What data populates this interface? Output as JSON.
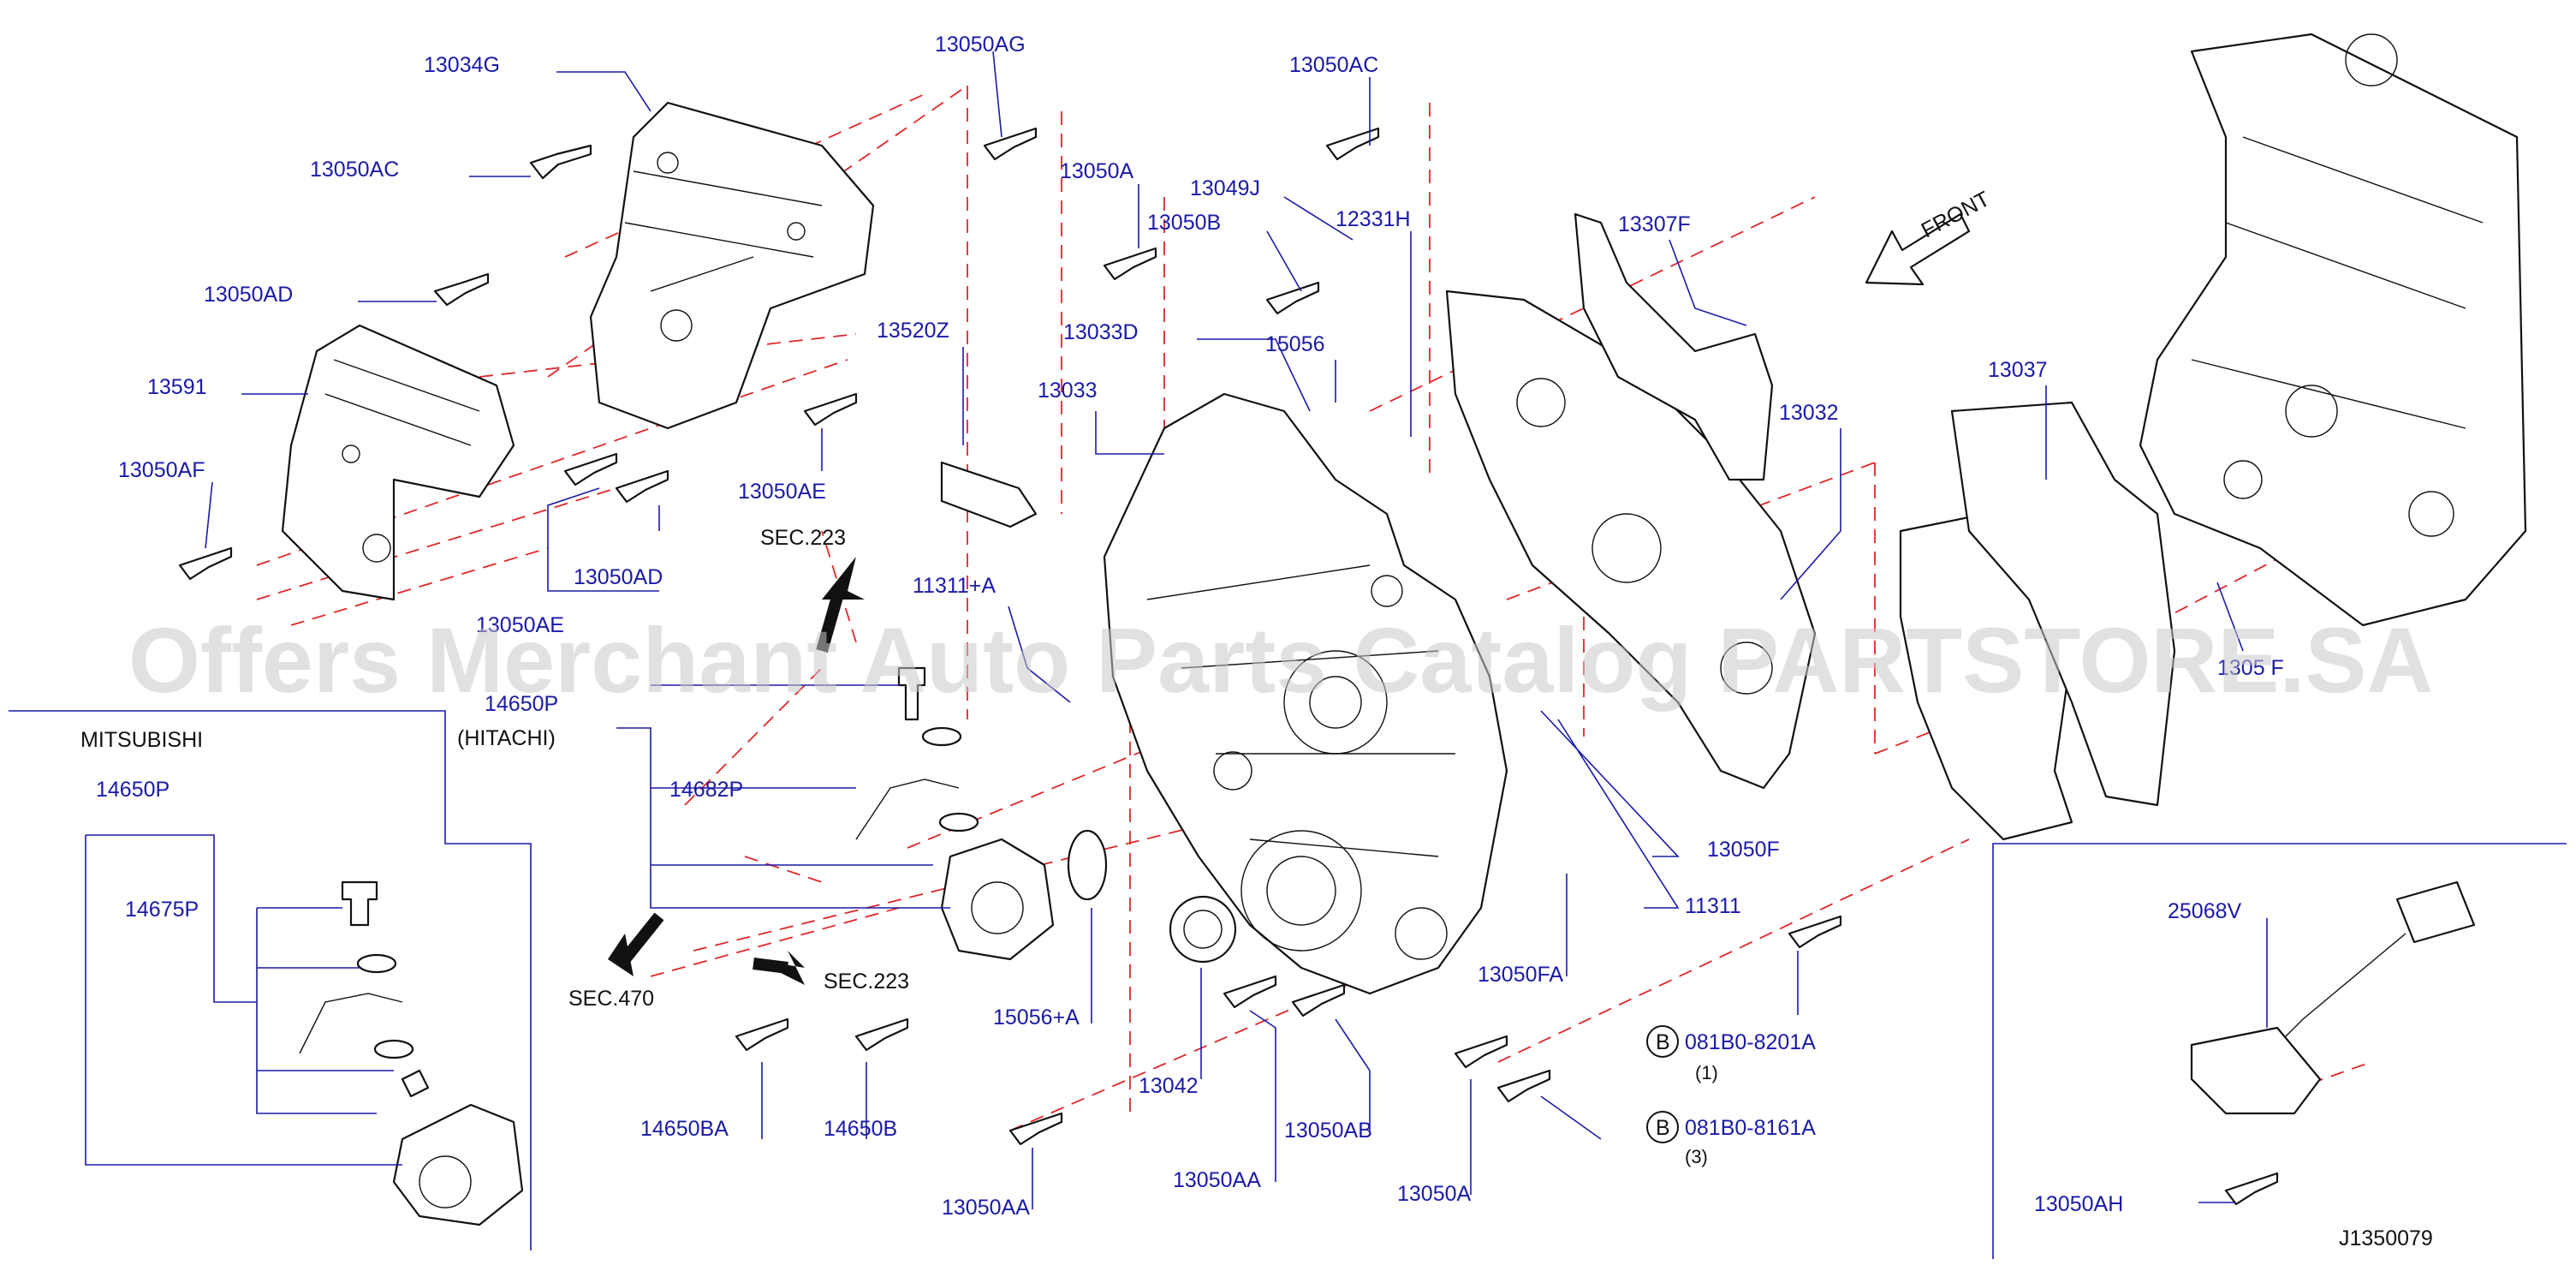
{
  "watermark": "Offers Merchant Auto Parts Catalog PARTSTORE.SA",
  "figure_id": "J1350079",
  "front_label": "FRONT",
  "mitsubishi_label": "MITSUBISHI",
  "hitachi_label": "(HITACHI)",
  "sec_refs": {
    "s223a": "SEC.223",
    "s223b": "SEC.223",
    "s470": "SEC.470"
  },
  "bolt_notes": {
    "b1": {
      "circle": "B",
      "part": "081B0-8201A",
      "qty": "(1)"
    },
    "b2": {
      "circle": "B",
      "part": "081B0-8161A",
      "qty": "(3)"
    }
  },
  "parts": {
    "p13034G": "13034G",
    "p13050AC_a": "13050AC",
    "p13050AD_a": "13050AD",
    "p13591": "13591",
    "p13050AF": "13050AF",
    "p13050AE_a": "13050AE",
    "p13050AD_b": "13050AD",
    "p13050AE_b": "13050AE",
    "p13050AG": "13050AG",
    "p13050AC_b": "13050AC",
    "p13050A_a": "13050A",
    "p13049J": "13049J",
    "p13050B": "13050B",
    "p12331H": "12331H",
    "p13520Z": "13520Z",
    "p13033D": "13033D",
    "p15056": "15056",
    "p13033": "13033",
    "p13307F": "13307F",
    "p13032": "13032",
    "p13037": "13037",
    "p11311A": "11311+A",
    "p14650P_a": "14650P",
    "p14682P": "14682P",
    "p14650P_b": "14650P",
    "p14675P": "14675P",
    "p13050F": "13050F",
    "p11311": "11311",
    "p13050FA": "13050FA",
    "p15056A": "15056+A",
    "p13042": "13042",
    "p13050AB": "13050AB",
    "p13050AA_a": "13050AA",
    "p13050AA_b": "13050AA",
    "p13050A_b": "13050A",
    "p14650BA": "14650BA",
    "p14650B": "14650B",
    "p25068V": "25068V",
    "p13050AH": "13050AH",
    "p1305F": "1305 F"
  }
}
